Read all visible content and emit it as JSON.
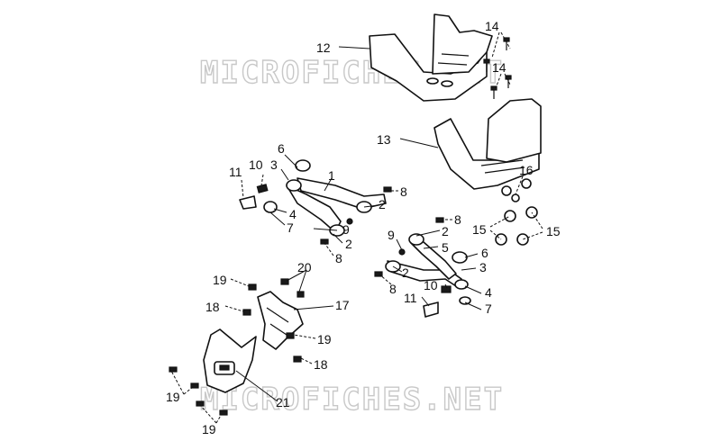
{
  "watermark": "MICROFICHES.NET",
  "callouts": {
    "c1": "1",
    "c2a": "2",
    "c2b": "2",
    "c2c": "2",
    "c2d": "2",
    "c3a": "3",
    "c3b": "3",
    "c4a": "4",
    "c4b": "4",
    "c5": "5",
    "c6a": "6",
    "c6b": "6",
    "c7a": "7",
    "c7b": "7",
    "c8a": "8",
    "c8b": "8",
    "c8c": "8",
    "c8d": "8",
    "c9a": "9",
    "c9b": "9",
    "c10a": "10",
    "c10b": "10",
    "c11a": "11",
    "c11b": "11",
    "c12": "12",
    "c13": "13",
    "c14a": "14",
    "c14b": "14",
    "c15a": "15",
    "c15b": "15",
    "c16": "16",
    "c17": "17",
    "c18a": "18",
    "c18b": "18",
    "c19a": "19",
    "c19b": "19",
    "c19c": "19",
    "c19d": "19",
    "c20": "20",
    "c21": "21"
  }
}
